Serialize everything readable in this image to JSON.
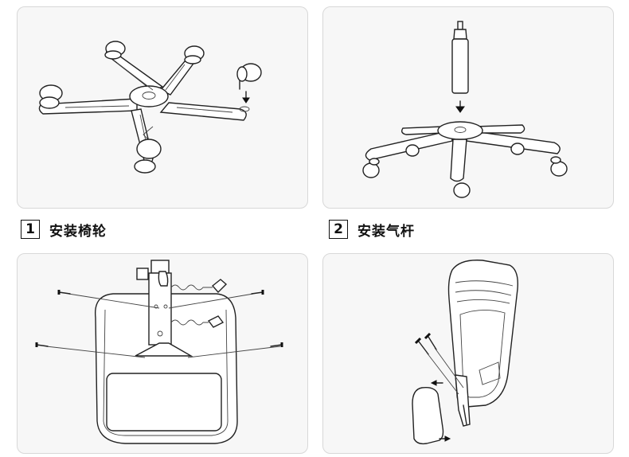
{
  "steps": [
    {
      "number": "1",
      "label": "安装椅轮"
    },
    {
      "number": "2",
      "label": "安装气杆"
    }
  ],
  "colors": {
    "panel_bg": "#f7f7f7",
    "panel_border": "#d8d8d8",
    "line": "#222222",
    "text": "#111111"
  }
}
